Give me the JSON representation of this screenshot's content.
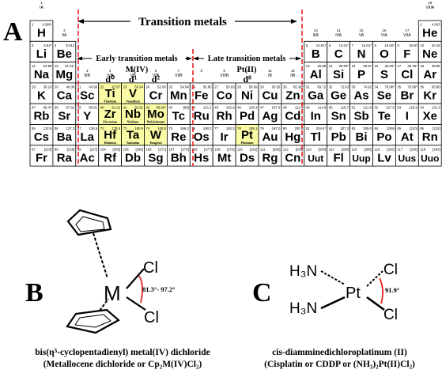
{
  "panels": {
    "a": "A",
    "b": "B",
    "c": "C"
  },
  "colors": {
    "highlight": "#fbfba6",
    "redline": "#e8201e",
    "grid": "#000000",
    "background": "#ffffff"
  },
  "headers": {
    "transition": "Transition metals",
    "early": "Early transition metals",
    "early_sub": "M(IV)",
    "late": "Late transition metals",
    "late_sub": "Pt(II)",
    "d0": "d⁰",
    "d1": "d¹",
    "d2": "d²",
    "d8": "d⁸"
  },
  "groups": [
    {
      "num": "1",
      "label": "IA"
    },
    {
      "num": "2",
      "label": "IIA"
    },
    {
      "num": "3",
      "label": "IIIB"
    },
    {
      "num": "4",
      "label": "IVB"
    },
    {
      "num": "5",
      "label": "VB"
    },
    {
      "num": "6",
      "label": "VIB"
    },
    {
      "num": "7",
      "label": "VIIB"
    },
    {
      "num": "8",
      "label": ""
    },
    {
      "num": "9",
      "label": "VIIIB"
    },
    {
      "num": "10",
      "label": ""
    },
    {
      "num": "11",
      "label": "IB"
    },
    {
      "num": "12",
      "label": "IIB"
    },
    {
      "num": "13",
      "label": "IIIA"
    },
    {
      "num": "14",
      "label": "IVA"
    },
    {
      "num": "15",
      "label": "VA"
    },
    {
      "num": "16",
      "label": "VIA"
    },
    {
      "num": "17",
      "label": "VIIA"
    },
    {
      "num": "18",
      "label": "VIIIA"
    }
  ],
  "periods": [
    [
      "1|1.008*|H|",
      "",
      "",
      "",
      "",
      "",
      "",
      "",
      "",
      "",
      "",
      "",
      "",
      "",
      "",
      "",
      "",
      "2|4.003|He|"
    ],
    [
      "3|6.94*|Li|",
      "4|9.012|Be|",
      "",
      "",
      "",
      "",
      "",
      "",
      "",
      "",
      "",
      "",
      "5|10.81*|B|",
      "6|12.01*|C|",
      "7|14.01*|N|",
      "8|16.00*|O|",
      "9|19.00|F|",
      "10|20.18|Ne|"
    ],
    [
      "11|22.99|Na|",
      "12|24.31*|Mg|",
      "",
      "",
      "",
      "",
      "",
      "",
      "",
      "",
      "",
      "",
      "13|26.98|Al|",
      "14|28.09*|Si|",
      "15|30.97|P|",
      "16|32.06*|S|",
      "17|35.45*|Cl|",
      "18|39.95|Ar|"
    ],
    [
      "19|39.10|K|",
      "20|40.08|Ca|",
      "21|44.96|Sc|",
      "22|47.87|Ti|Titanium",
      "23|50.94|V|Vanadium",
      "24|52.00|Cr|",
      "25|54.94|Mn|",
      "26|55.85|Fe|",
      "27|58.93|Co|",
      "28|58.69|Ni|",
      "29|63.55|Cu|",
      "30|65.38*|Zn|",
      "31|69.72|Ga|",
      "32|72.63|Ge|",
      "33|74.92|As|",
      "34|78.96*|Se|",
      "35|79.90*|Br|",
      "36|83.80|Kr|"
    ],
    [
      "37|85.47|Rb|",
      "38|87.62|Sr|",
      "39|88.91|Y|",
      "40|91.22|Zr|Zirconium",
      "41|92.91|Nb|Niobium",
      "42|95.96*|Mo|Molybdenum",
      "43|[98]|Tc|",
      "44|101.1|Ru|",
      "45|102.9|Rh|",
      "46|106.4|Pd|",
      "47|107.9|Ag|",
      "48|112.4|Cd|",
      "49|114.8|In|",
      "50|118.7|Sn|",
      "51|121.8|Sb|",
      "52|127.6|Te|",
      "53|126.9|I|",
      "54|131.3|Xe|"
    ],
    [
      "55|132.9|Cs|",
      "56|137.3|Ba|",
      "57|138.9|La|",
      "72|178.5|Hf|Hafnium",
      "73|180.9|Ta|Tantalum",
      "74|183.8|W|Tungsten",
      "75|186.2|Re|",
      "76|190.2|Os|",
      "77|192.2|Ir|",
      "78|195.1|Pt|Platinum",
      "79|197.0|Au|",
      "80|200.6|Hg|",
      "81|204.4*|Tl|",
      "82|207.2|Pb|",
      "83|209.0|Bi|",
      "84|[209]|Po|",
      "85|[210]|At|",
      "86|[222]|Rn|"
    ],
    [
      "87|[223]|Fr|",
      "88|[226]|Ra|",
      "89|[227]|Ac|",
      "104|[265]|Rf|",
      "105|[268]|Db|",
      "106|[271]|Sg|",
      "107|[270]|Bh|",
      "108|[277]|Hs|",
      "109|[276]|Mt|",
      "110|[281]|Ds|",
      "111|[280]|Rg|",
      "112|[285]|Cn|",
      "113|[284]|Uut|",
      "114|[289]|Fl|",
      "115|[288]|Uup|",
      "116|[293]|Lv|",
      "117|[294]|Uus|",
      "118|[294]|Uuo|"
    ]
  ],
  "highlighted": [
    "Ti",
    "V",
    "Zr",
    "Nb",
    "Mo",
    "Hf",
    "Ta",
    "W",
    "Pt"
  ],
  "struct_b": {
    "metal": "M",
    "cl1": "Cl",
    "cl2": "Cl",
    "angle": "81.3°- 97.2°"
  },
  "struct_c": {
    "metal": "Pt",
    "nh3_1": "H₃N",
    "nh3_2": "H₃N",
    "cl1": "Cl",
    "cl2": "Cl",
    "angle": "91.9°"
  },
  "captions": {
    "b1": "bis(η⁵-cyclopentadienyl) metal(IV) dichloride",
    "b2": "(Metallocene dichloride or Cp₂M(IV)Cl₂)",
    "c1": "cis-diamminedichloroplatinum (II)",
    "c2": "(Cisplatin or CDDP or (NH₃)₂Pt(II)Cl₂)"
  }
}
